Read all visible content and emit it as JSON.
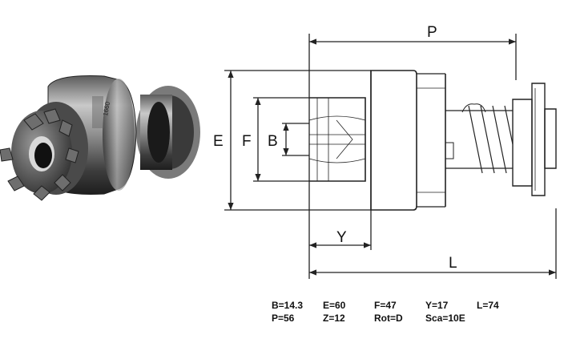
{
  "photo": {
    "label": "pinion-drive-photo"
  },
  "dimension_letters": {
    "P": "P",
    "E": "E",
    "F": "F",
    "B": "B",
    "Y": "Y",
    "L": "L"
  },
  "specs": {
    "row1": [
      "B=14.3",
      "E=60",
      "F=47",
      "Y=17",
      "L=74"
    ],
    "row2": [
      "P=56",
      "Z=12",
      "Rot=D",
      "Sca=10E"
    ]
  }
}
